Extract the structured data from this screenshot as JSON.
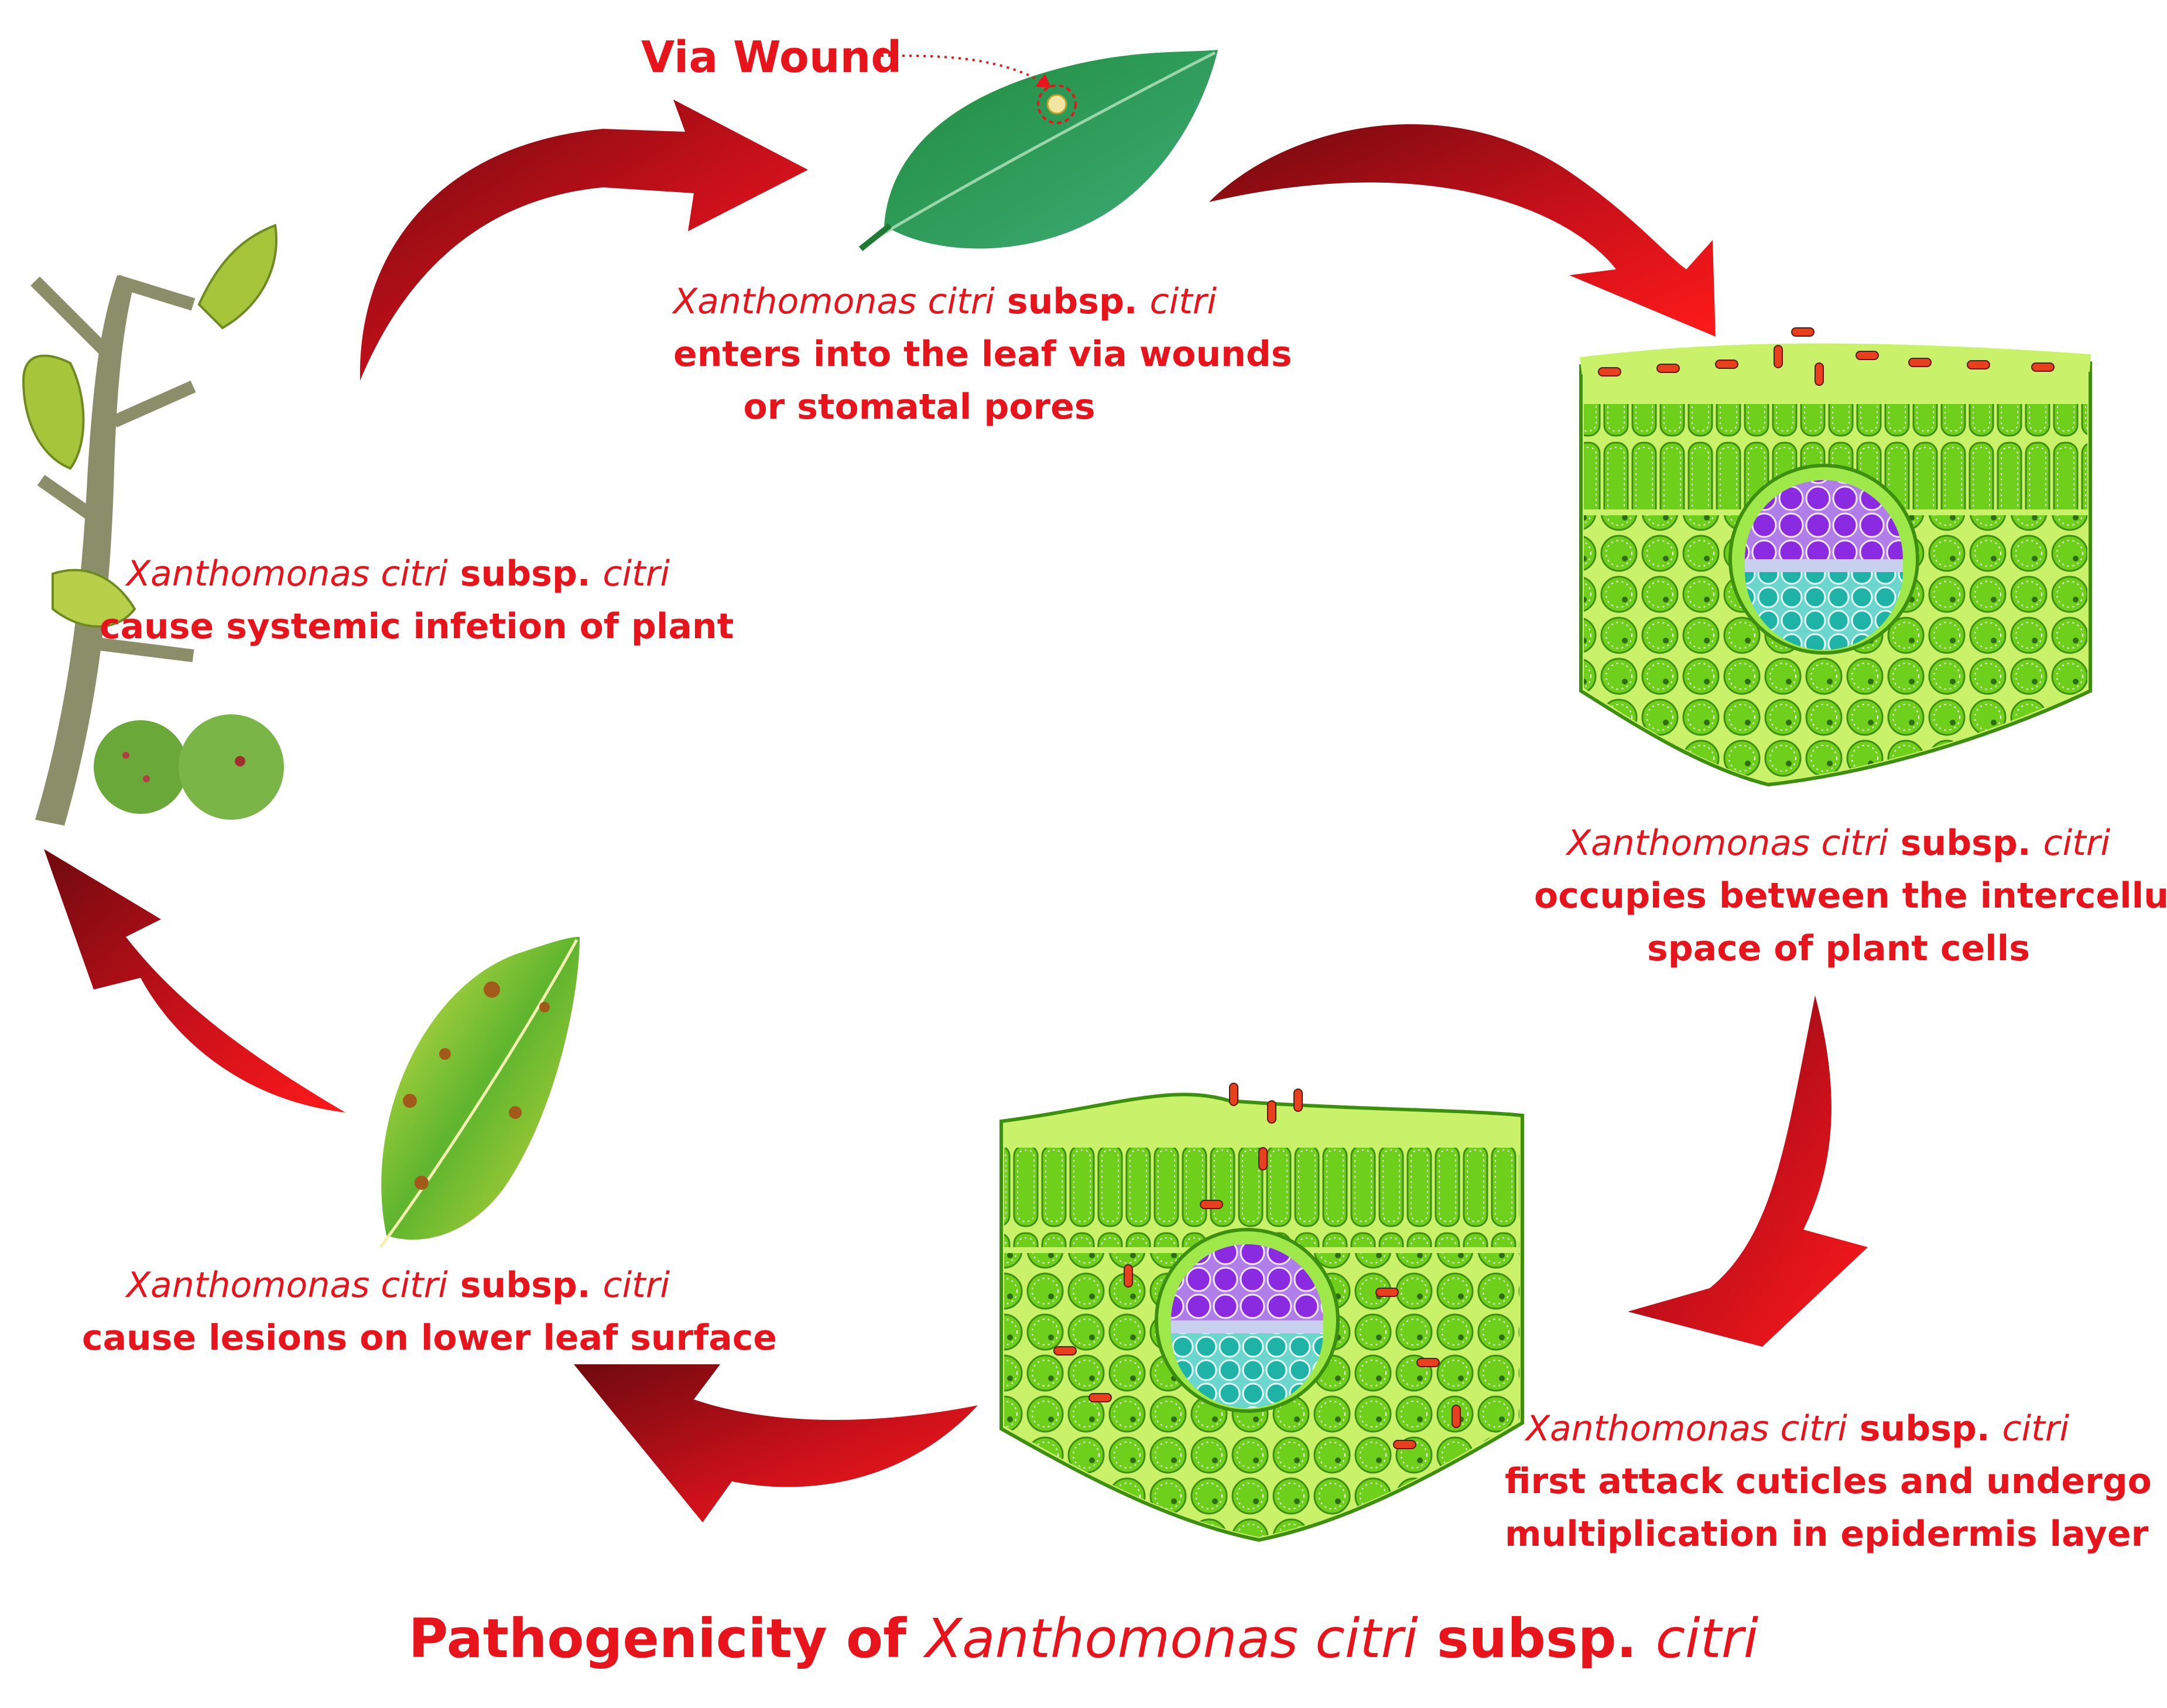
{
  "via_wound_label": "Via Wound",
  "captions": {
    "entry": {
      "italic1": "Xanthomonas citri",
      "bold1": " subsp. ",
      "italic2": "citri",
      "line2": "enters into the leaf  via wounds",
      "line3": "or stomatal pores"
    },
    "occupy": {
      "italic1": "Xanthomonas citri",
      "bold1": " subsp. ",
      "italic2": "citri",
      "line2": "occupies between the intercellular",
      "line3": "space of plant cells"
    },
    "attack": {
      "italic1": "Xanthomonas citri",
      "bold1": " subsp. ",
      "italic2": "citri",
      "line2": "first attack cuticles and undergo",
      "line3": "multiplication in epidermis layer"
    },
    "lesions": {
      "italic1": "Xanthomonas citri",
      "bold1": " subsp. ",
      "italic2": "citri",
      "line2": "cause lesions  on lower leaf surface"
    },
    "systemic": {
      "italic1": "Xanthomonas citri",
      "bold1": " subsp. ",
      "italic2": "citri",
      "line2": "cause systemic infetion of plant"
    }
  },
  "title": {
    "bold1": "Pathogenicity of ",
    "italic1": "Xanthomonas citri",
    "bold2": " subsp. ",
    "italic2": "citri"
  },
  "colors": {
    "accent": "#e8141c",
    "arrow_dark": "#8a0a0f",
    "leaf": "#2f9a48",
    "cell": "#7ed321",
    "xylem": "#8a2be2",
    "phloem": "#1fb3a8",
    "bacteria": "#e8401c"
  }
}
